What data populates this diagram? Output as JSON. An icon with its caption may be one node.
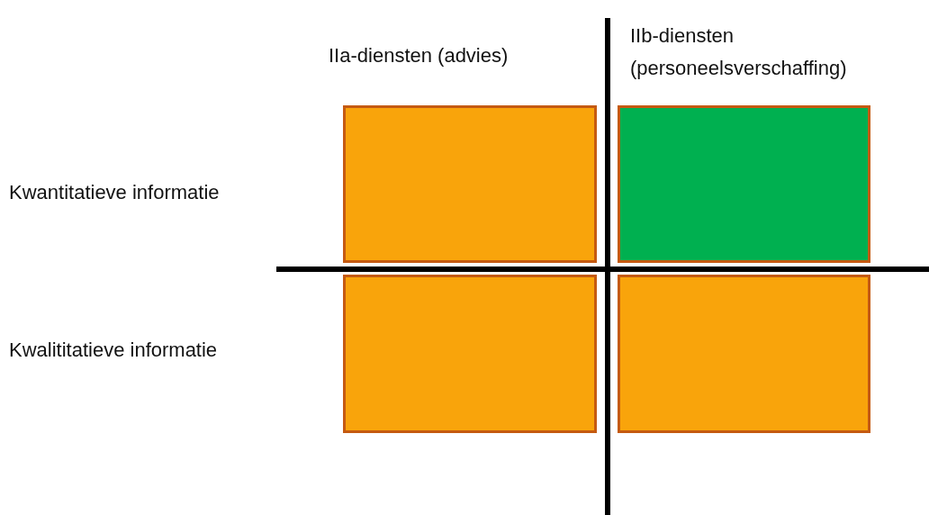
{
  "diagram": {
    "nodes": [
      {
        "text": [],
        "shape": "box"
      },
      {
        "text": [],
        "shape": "box"
      },
      {
        "text": [],
        "shape": "box"
      },
      {
        "text": [],
        "shape": "box"
      }
    ],
    "labels": [
      "IIa-diensten (advies)",
      "IIb-diensten (personeelsverschaffing)",
      "Kwantitatieve informatie",
      "Kwalititatieve informatie"
    ]
  }
}
